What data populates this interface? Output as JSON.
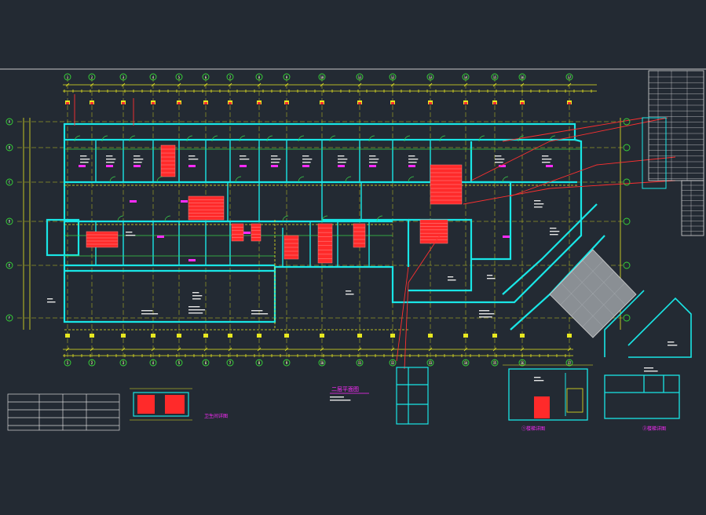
{
  "drawing": {
    "main_title": "二层平面图",
    "detail_title_a": "①楼梯详图",
    "detail_title_b": "②楼梯详图",
    "detail_title_c": "卫生间详图"
  },
  "colors": {
    "background": "#232a33",
    "wall": "#19e6e6",
    "axis": "#e8e820",
    "grid_bubble": "#38d838",
    "fill": "#ff2a2a",
    "annotation": "#ff3030",
    "room_label": "#ff2bff",
    "text": "#f0f0f0"
  },
  "grid_axes": {
    "top": [
      "1",
      "2",
      "3",
      "4",
      "5",
      "6",
      "7",
      "8",
      "9",
      "10",
      "11",
      "12",
      "13",
      "14",
      "15",
      "16",
      "17"
    ],
    "left": [
      "A",
      "B",
      "C",
      "D",
      "E",
      "F"
    ]
  }
}
